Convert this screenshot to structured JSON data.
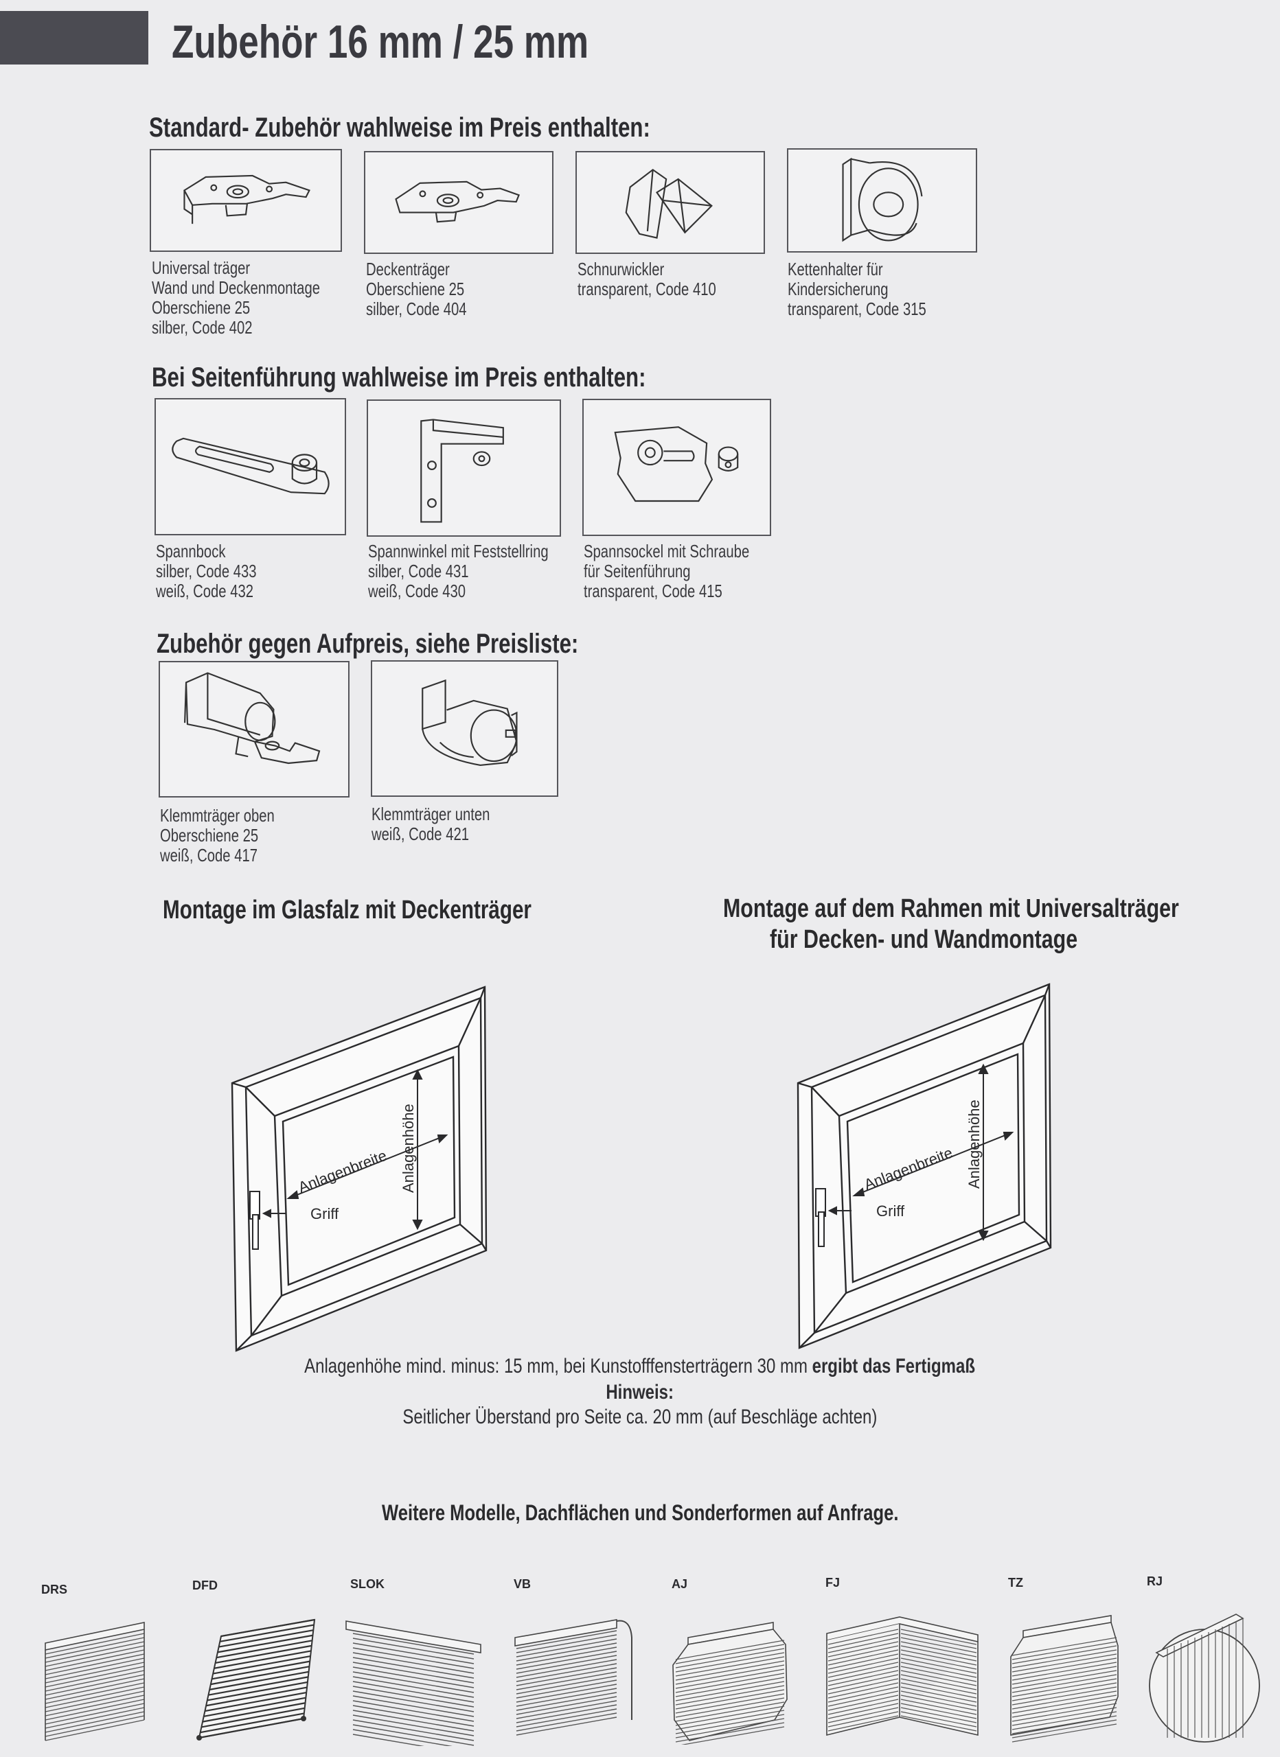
{
  "page": {
    "title": "Zubehör 16 mm / 25 mm"
  },
  "sections": {
    "standard": {
      "heading": "Standard- Zubehör wahlweise im Preis enthalten:",
      "items": [
        {
          "icon": "universal-bracket-icon",
          "lines": [
            "Universal träger",
            "Wand und Deckenmontage",
            "Oberschiene 25",
            "silber, Code 402"
          ]
        },
        {
          "icon": "ceiling-bracket-icon",
          "lines": [
            "Deckenträger",
            "Oberschiene 25",
            "silber, Code 404"
          ]
        },
        {
          "icon": "cord-winder-icon",
          "lines": [
            "Schnurwickler",
            "transparent, Code 410"
          ]
        },
        {
          "icon": "chain-holder-icon",
          "lines": [
            "Kettenhalter für",
            "Kindersicherung",
            "transparent, Code 315"
          ]
        }
      ]
    },
    "side_guide": {
      "heading": "Bei Seitenführung wahlweise im Preis enthalten:",
      "items": [
        {
          "icon": "tension-block-icon",
          "lines": [
            "Spannbock",
            "silber, Code 433",
            "weiß, Code 432"
          ]
        },
        {
          "icon": "tension-angle-icon",
          "lines": [
            "Spannwinkel mit Feststellring",
            "silber, Code 431",
            "weiß, Code 430"
          ]
        },
        {
          "icon": "tension-socket-icon",
          "lines": [
            "Spannsockel mit Schraube",
            "für Seitenführung",
            "transparent, Code 415"
          ]
        }
      ]
    },
    "surcharge": {
      "heading": "Zubehör gegen Aufpreis, siehe Preisliste:",
      "items": [
        {
          "icon": "clamp-bracket-top-icon",
          "lines": [
            "Klemmträger oben",
            "Oberschiene 25",
            "weiß, Code 417"
          ]
        },
        {
          "icon": "clamp-bracket-bottom-icon",
          "lines": [
            "Klemmträger unten",
            "weiß, Code 421"
          ]
        }
      ]
    }
  },
  "mounting": {
    "left": {
      "heading": "Montage im Glasfalz mit Deckenträger",
      "labels": {
        "width": "Anlagenbreite",
        "height": "Anlagenhöhe",
        "handle": "Griff"
      }
    },
    "right": {
      "heading_line1": "Montage auf dem Rahmen mit Universalträger",
      "heading_line2": "für Decken- und Wandmontage",
      "labels": {
        "width": "Anlagenbreite",
        "height": "Anlagenhöhe",
        "handle": "Griff"
      }
    },
    "note_line1_regular": "Anlagenhöhe mind. minus: 15 mm, bei Kunstofffensterträgern 30 mm ",
    "note_line1_bold": "ergibt das Fertigmaß",
    "hint_label": "Hinweis:",
    "hint_text": "Seitlicher Überstand pro Seite ca. 20 mm (auf Beschläge achten)"
  },
  "models": {
    "heading": "Weitere Modelle, Dachflächen und Sonderformen auf Anfrage.",
    "items": [
      {
        "code": "DRS",
        "icon": "blind-drs-icon"
      },
      {
        "code": "DFD",
        "icon": "blind-dfd-icon"
      },
      {
        "code": "SLOK",
        "icon": "blind-slok-icon"
      },
      {
        "code": "VB",
        "icon": "blind-vb-icon"
      },
      {
        "code": "AJ",
        "icon": "blind-aj-icon"
      },
      {
        "code": "FJ",
        "icon": "blind-fj-icon"
      },
      {
        "code": "TZ",
        "icon": "blind-tz-icon"
      },
      {
        "code": "RJ",
        "icon": "blind-rj-icon"
      }
    ]
  },
  "colors": {
    "header_tab": "#4b4b52",
    "background": "#ececee",
    "ink": "#2a2a2c"
  }
}
